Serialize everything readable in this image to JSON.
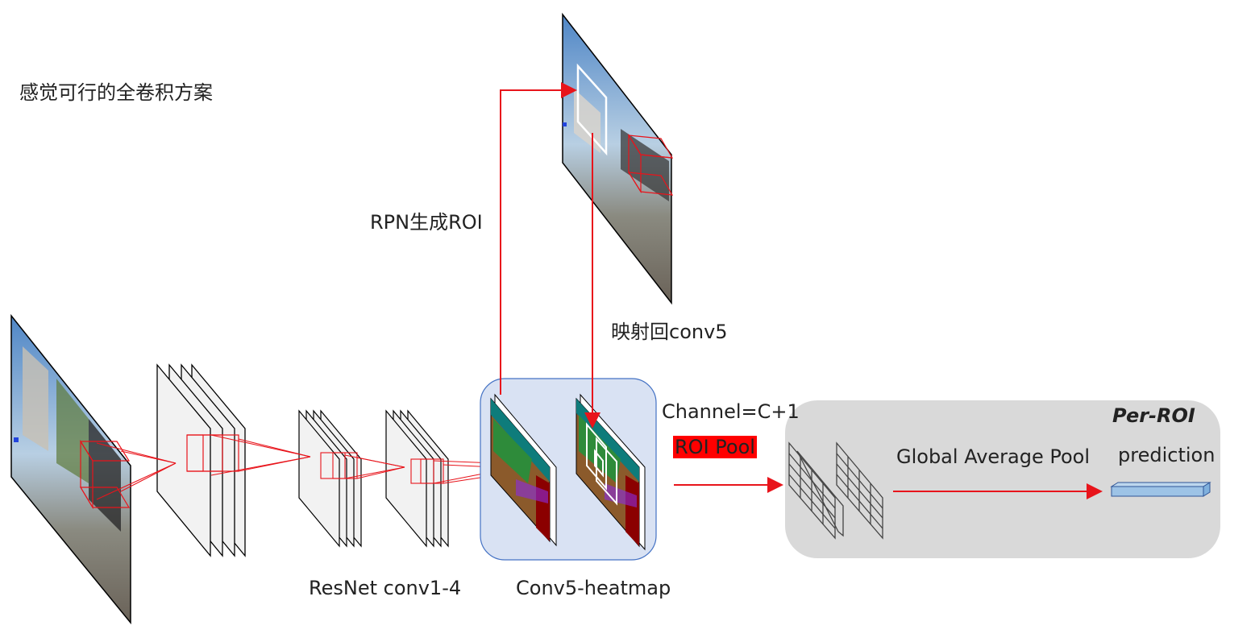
{
  "labels": {
    "title": "感觉可行的全卷积方案",
    "rpn": "RPN生成ROI",
    "map_back": "映射回conv5",
    "channel": "Channel=C+1",
    "roi_pool": "ROI Pool",
    "gap": "Global Average Pool",
    "per_roi": "Per-ROI",
    "prediction": "prediction",
    "resnet": "ResNet conv1-4",
    "conv5": "Conv5-heatmap"
  },
  "colors": {
    "arrow": "#e8141b",
    "conv5_box_fill": "#d9e2f3",
    "conv5_box_stroke": "#4472c4",
    "perroi_box_fill": "#d9d9d9",
    "prediction_bar": "#9dc3e6",
    "heatmap_teal": "#0e7c7b",
    "heatmap_green": "#2e8b3a",
    "heatmap_brown": "#8b5a2b",
    "heatmap_red": "#8b0000",
    "sky": "#6b9ccf"
  }
}
